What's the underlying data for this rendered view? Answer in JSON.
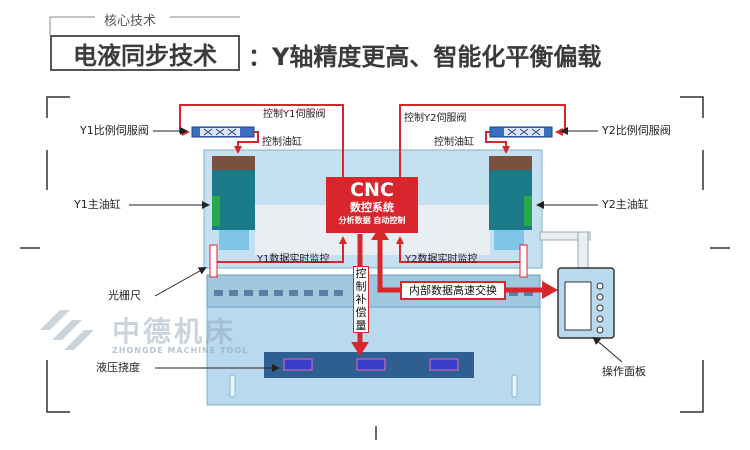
{
  "header": {
    "tag": "核心技术",
    "title_box": "电液同步技术",
    "title_rest": "：Y轴精度更高、智能化平衡偏载"
  },
  "cnc": {
    "title": "CNC",
    "subtitle": "数控系统",
    "functions": "分析数据  自动控制"
  },
  "labels": {
    "y1_valve": "Y1比例伺服阀",
    "y2_valve": "Y2比例伺服阀",
    "y1_cylinder": "Y1主油缸",
    "y2_cylinder": "Y2主油缸",
    "grating": "光栅尺",
    "deflection": "液压挠度",
    "panel": "操作面板",
    "ctrl_y1_valve": "控制Y1伺服阀",
    "ctrl_y2_valve": "控制Y2伺服阀",
    "ctrl_cyl_left": "控制油缸",
    "ctrl_cyl_right": "控制油缸",
    "y1_monitor": "Y1数据实时监控",
    "y2_monitor": "Y2数据实时监控",
    "exchange": "内部数据高速交换",
    "compensation": "控制补偿量"
  },
  "watermark": {
    "cn": "中德机床",
    "en": "ZHONGDE MACHINE TOOL"
  },
  "colors": {
    "accent_red": "#d9262c",
    "machine_blue": "#c5e1f1",
    "cylinder_teal": "#1a7a88",
    "valve_blue": "#3a6fc0"
  }
}
